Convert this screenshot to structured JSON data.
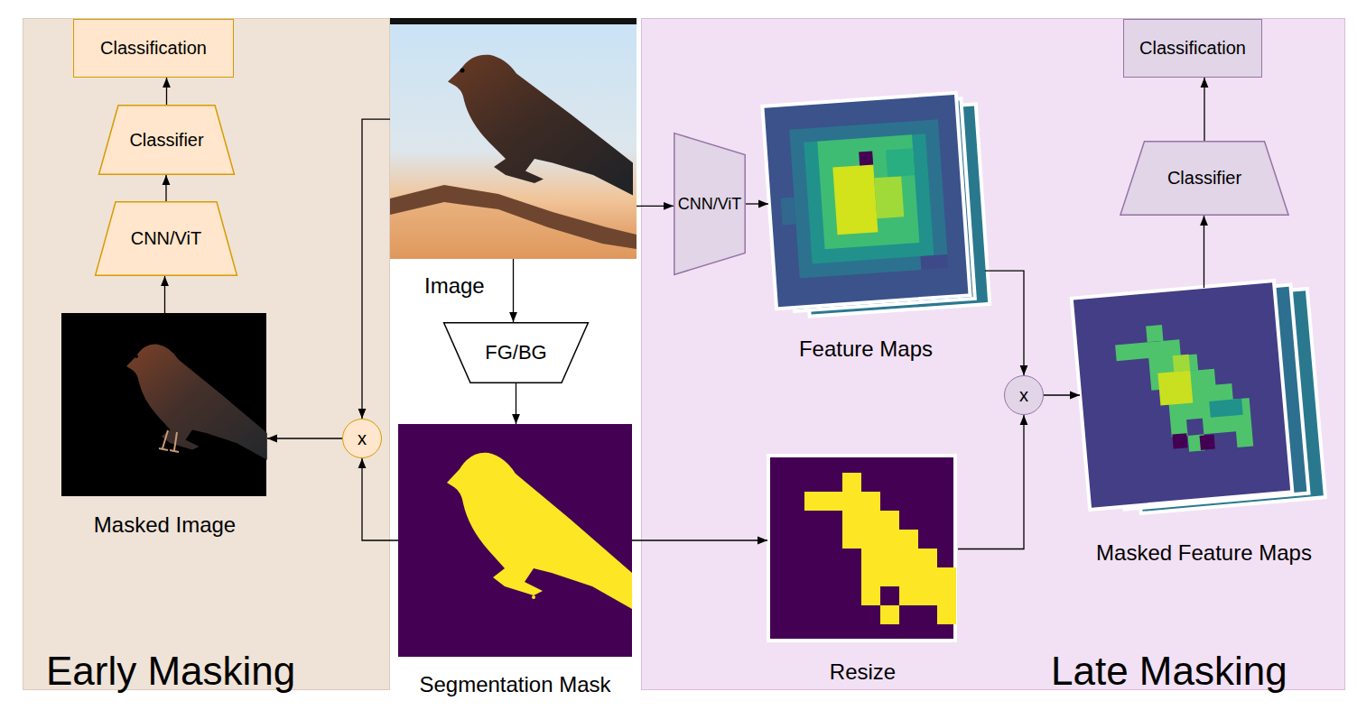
{
  "diagram": {
    "nodes": [
      {
        "text": [
          "Early Masking"
        ]
      },
      {
        "text": [
          "Classification"
        ],
        "in": 0
      },
      {
        "text": [
          "Classifier"
        ],
        "in": 0
      },
      {
        "text": [
          "CNN/ViT"
        ],
        "in": 0
      },
      {
        "text": [
          "Masked Image"
        ],
        "in": 0
      },
      {
        "text": [
          "x"
        ],
        "in": 0
      },
      {
        "text": [
          "Image"
        ]
      },
      {
        "text": [
          "FG/BG"
        ]
      },
      {
        "text": [
          "Segmentation Mask"
        ]
      },
      {
        "text": [
          "Late Masking"
        ]
      },
      {
        "text": [
          "CNN/ViT"
        ],
        "in": 9
      },
      {
        "text": [
          "Feature Maps"
        ],
        "in": 9
      },
      {
        "text": [
          "Classification"
        ],
        "in": 9
      },
      {
        "text": [
          "Classifier"
        ],
        "in": 9
      },
      {
        "text": [
          "Masked Feature Maps"
        ],
        "in": 9
      },
      {
        "text": [
          "x"
        ],
        "in": 9
      },
      {
        "text": [
          "Resize"
        ],
        "in": 9
      }
    ],
    "edges": [
      {
        "from": 6,
        "to": 5,
        "arrow": "to"
      },
      {
        "from": 8,
        "to": 5,
        "arrow": "to"
      },
      {
        "from": 5,
        "to": 4,
        "arrow": "to"
      },
      {
        "from": 4,
        "to": 3,
        "arrow": "to"
      },
      {
        "from": 3,
        "to": 2,
        "arrow": "to"
      },
      {
        "from": 2,
        "to": 1,
        "arrow": "to"
      },
      {
        "from": 6,
        "to": 7,
        "arrow": "to"
      },
      {
        "from": 7,
        "to": 8,
        "arrow": "to"
      },
      {
        "from": 6,
        "to": 10,
        "arrow": "to"
      },
      {
        "from": 10,
        "to": 11,
        "arrow": "to"
      },
      {
        "from": 11,
        "to": 15,
        "arrow": "to"
      },
      {
        "from": 8,
        "to": 16,
        "arrow": "to"
      },
      {
        "from": 16,
        "to": 15,
        "arrow": "to"
      },
      {
        "from": 15,
        "to": 14,
        "arrow": "to"
      },
      {
        "from": 14,
        "to": 13,
        "arrow": "to"
      },
      {
        "from": 13,
        "to": 12,
        "arrow": "to"
      }
    ]
  }
}
